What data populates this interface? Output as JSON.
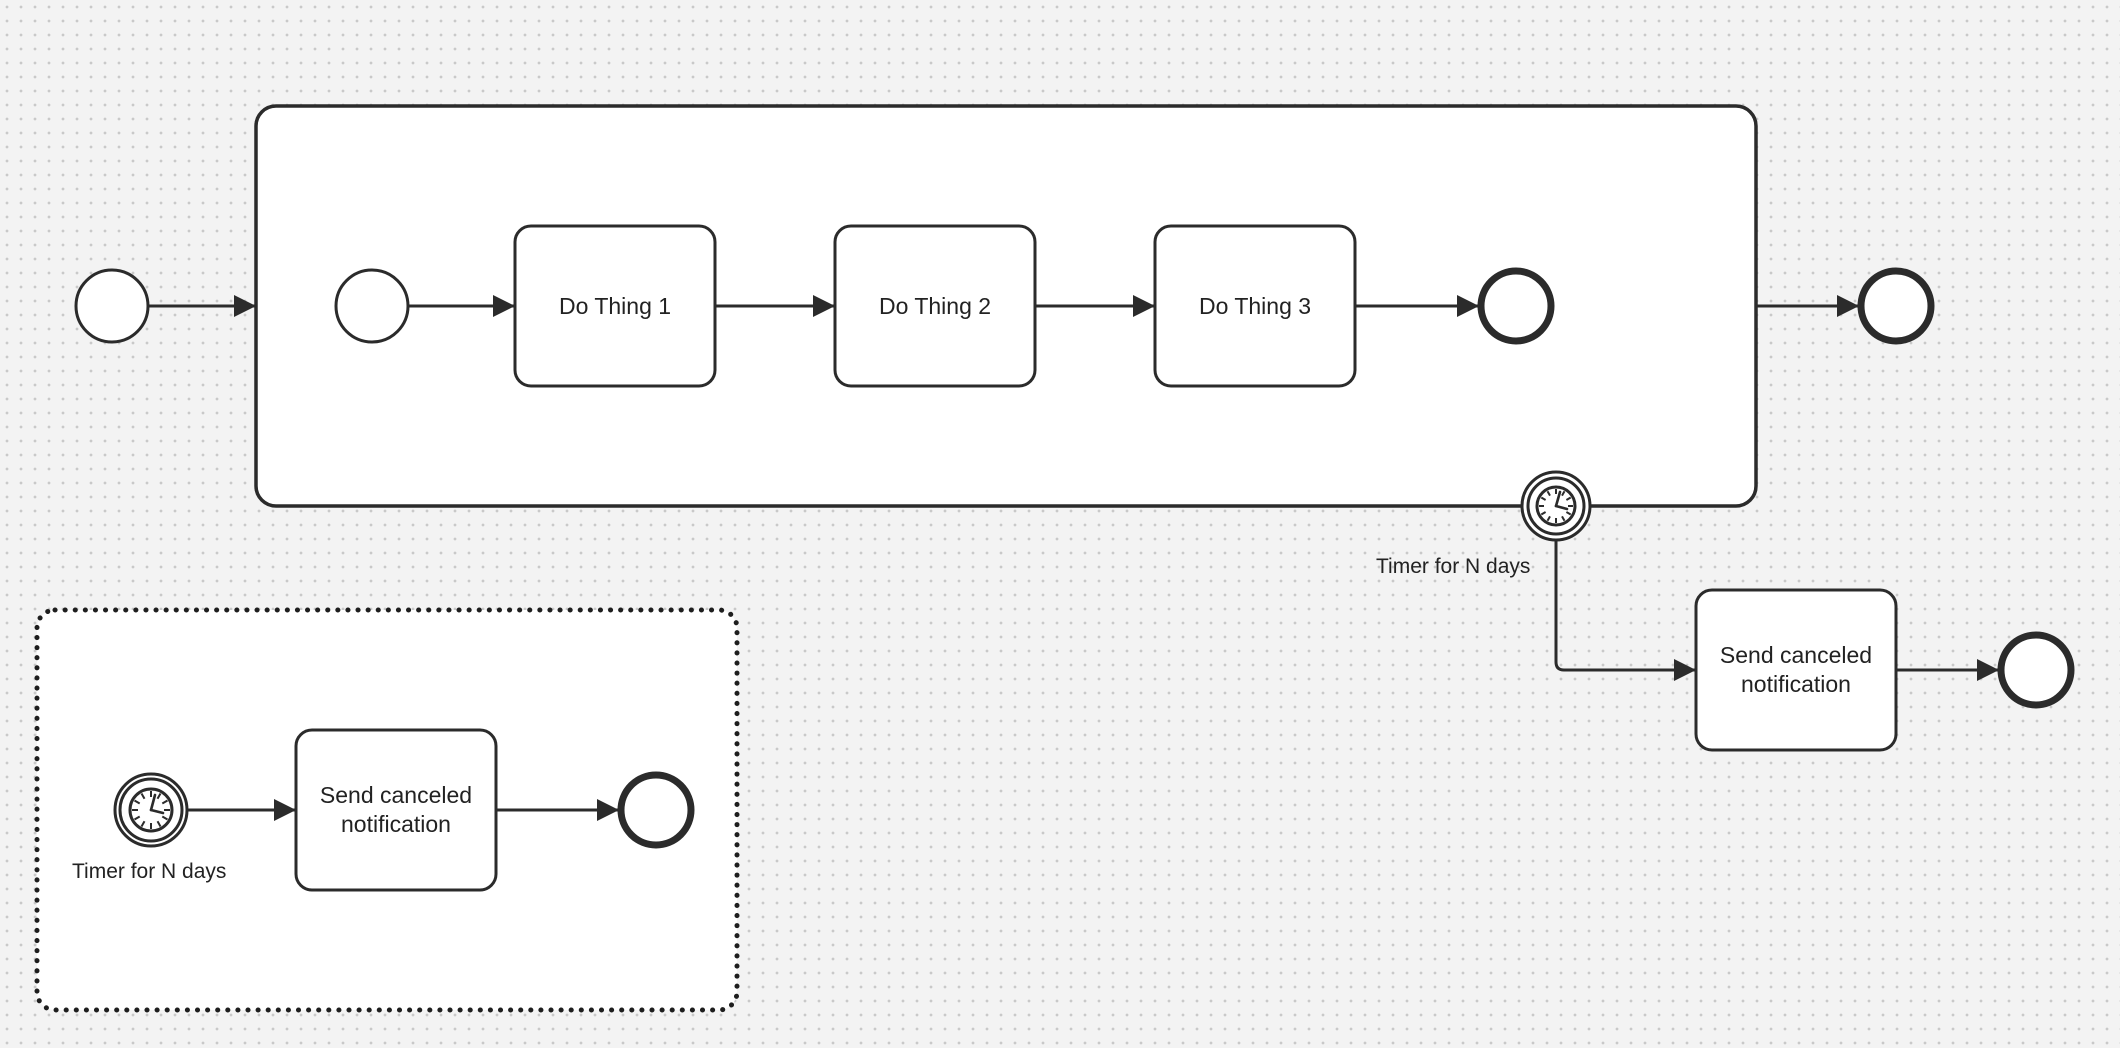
{
  "diagram": {
    "tasks": {
      "do_thing_1": "Do Thing 1",
      "do_thing_2": "Do Thing 2",
      "do_thing_3": "Do Thing 3",
      "send_canceled_notification": "Send canceled\nnotification",
      "legend_send_canceled_notification": "Send canceled\nnotification"
    },
    "timer_labels": {
      "boundary_timer": "Timer for N days",
      "legend_timer": "Timer for N days"
    },
    "icons": {
      "timer": "clock-icon"
    },
    "colors": {
      "stroke": "#2b2b2b",
      "shape_fill": "#ffffff",
      "text": "#222222",
      "canvas": "#f3f3f3"
    }
  }
}
